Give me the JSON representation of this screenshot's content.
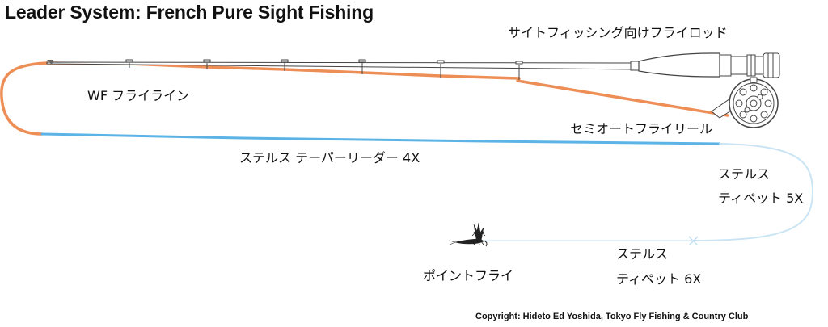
{
  "title": "Leader System: French Pure Sight Fishing",
  "labels": {
    "rod": "サイトフィッシング向けフライロッド",
    "fly_line": "WF フライライン",
    "reel": "セミオートフライリール",
    "leader": "ステルス テーパーリーダー 4X",
    "tippet5_line1": "ステルス",
    "tippet5_line2": "ティペット 5X",
    "tippet6_line1": "ステルス",
    "tippet6_line2": "ティペット 6X",
    "fly": "ポイントフライ"
  },
  "copyright": "Copyright: Hideto Ed Yoshida, Tokyo Fly Fishing & Country Club",
  "colors": {
    "fly_line": "#ee8e57",
    "leader": "#5bb3e6",
    "tippet": "#c9e4f4",
    "rod": "#555555"
  }
}
